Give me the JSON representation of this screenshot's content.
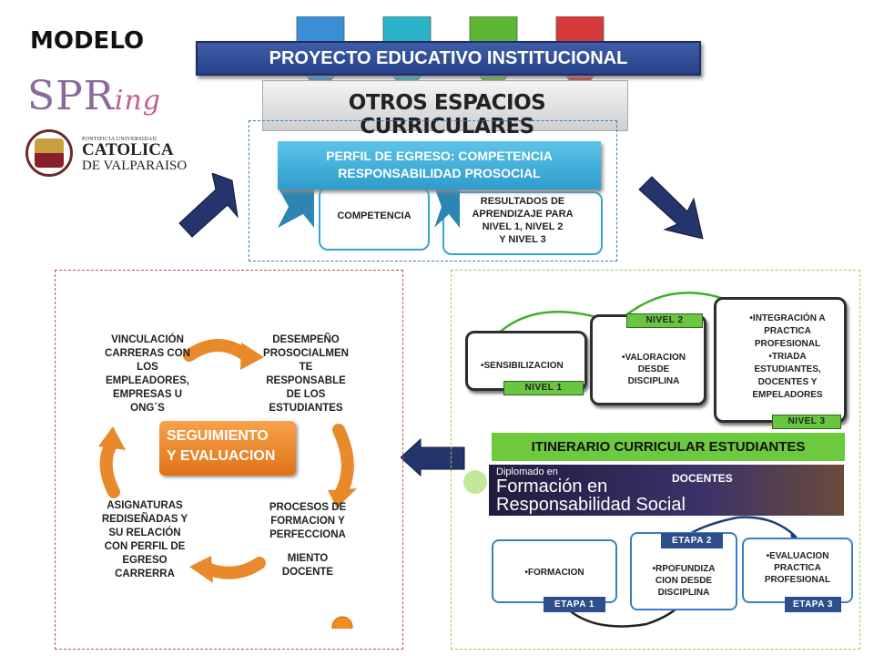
{
  "header": {
    "modelo": "MODELO",
    "spring_main": "SPR",
    "spring_tail": "ing",
    "pucv": {
      "small": "PONTIFICIA UNIVERSIDAD",
      "line1": "CATOLICA",
      "line2": "DE VALPARAISO"
    }
  },
  "top": {
    "pei_title": "PROYECTO EDUCATIVO INSTITUCIONAL",
    "oec_title": "OTROS ESPACIOS CURRICULARES",
    "arrow_colors": [
      "#3a8fd8",
      "#2bb3c8",
      "#5cb833",
      "#d63a3a"
    ]
  },
  "perfil": {
    "title_line1": "PERFIL DE EGRESO: COMPETENCIA",
    "title_line2": "RESPONSABILIDAD PROSOCIAL",
    "competencia": "COMPETENCIA",
    "resultados": [
      "RESULTADOS DE",
      "APRENDIZAJE PARA",
      "NIVEL 1, NIVEL 2",
      "Y NIVEL 3"
    ]
  },
  "cycle": {
    "center": [
      "SEGUIMIENTO",
      "Y EVALUACION"
    ],
    "vinculacion": [
      "VINCULACIÓN",
      "CARRERAS CON",
      "LOS",
      "EMPLEADORES,",
      "EMPRESAS U",
      "ONG´S"
    ],
    "desempeno": [
      "DESEMPEÑO",
      "PROSOCIALMEN",
      "TE",
      "RESPONSABLE",
      "DE LOS",
      "ESTUDIANTES"
    ],
    "procesos": [
      "PROCESOS DE",
      "FORMACION Y",
      "PERFECCIONA"
    ],
    "miento": [
      "MIENTO",
      "DOCENTE"
    ],
    "asignaturas": [
      "ASIGNATURAS",
      "REDISEÑADAS Y",
      "SU RELACIÓN",
      "CON PERFIL DE",
      "EGRESO",
      "CARRERRA"
    ]
  },
  "itinerario": {
    "levels": [
      {
        "tag": "NIVEL 1",
        "items": [
          "•SENSIBILIZACION"
        ]
      },
      {
        "tag": "NIVEL 2",
        "items": [
          "•VALORACION",
          "DESDE",
          "DISCIPLINA"
        ]
      },
      {
        "tag": "NIVEL 3",
        "items": [
          "•INTEGRACIÓN A",
          "PRACTICA",
          "PROFESIONAL",
          "•TRIADA",
          "ESTUDIANTES,",
          "DOCENTES Y",
          "EMPELADORES"
        ]
      }
    ],
    "title": "ITINERARIO CURRICULAR ESTUDIANTES",
    "diplomado": {
      "line1": "Diplomado en",
      "line2": "Formación en",
      "line3": "Responsabilidad Social",
      "docentes": "DOCENTES"
    },
    "etapas": [
      {
        "tag": "ETAPA 1",
        "items": [
          "•FORMACION"
        ]
      },
      {
        "tag": "ETAPA 2",
        "items": [
          "•RPOFUNDIZA",
          "CION DESDE",
          "DISCIPLINA"
        ]
      },
      {
        "tag": "ETAPA 3",
        "items": [
          "•EVALUACION",
          "PRACTICA",
          "PROFESIONAL"
        ]
      }
    ]
  }
}
